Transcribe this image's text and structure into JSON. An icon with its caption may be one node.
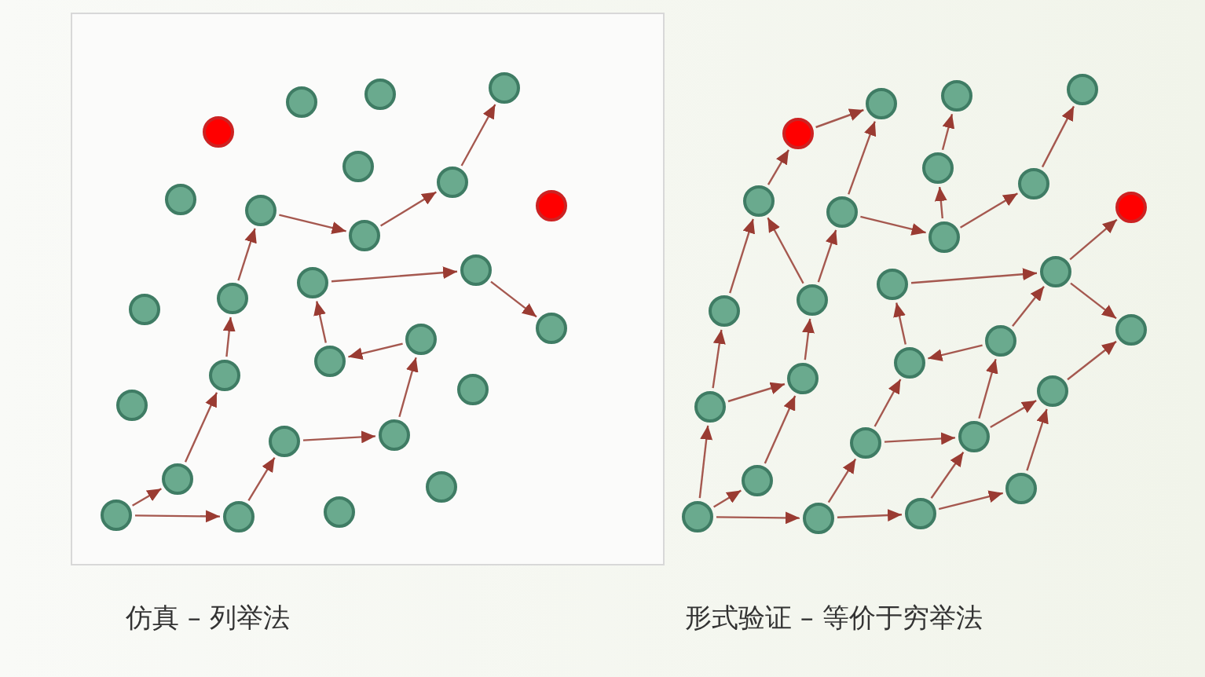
{
  "diagram": {
    "nodes": [
      {
        "text": [],
        "shape": "circle"
      },
      {
        "text": [],
        "shape": "circle"
      },
      {
        "text": [],
        "shape": "circle"
      },
      {
        "text": [],
        "shape": "circle"
      },
      {
        "text": [],
        "shape": "circle"
      },
      {
        "text": [],
        "shape": "circle"
      },
      {
        "text": [],
        "shape": "circle"
      },
      {
        "text": [],
        "shape": "circle"
      },
      {
        "text": [],
        "shape": "circle"
      },
      {
        "text": [],
        "shape": "circle"
      },
      {
        "text": [],
        "shape": "circle"
      },
      {
        "text": [],
        "shape": "circle"
      },
      {
        "text": [],
        "shape": "circle"
      },
      {
        "text": [],
        "shape": "circle"
      },
      {
        "text": [],
        "shape": "circle"
      },
      {
        "text": [],
        "shape": "circle"
      },
      {
        "text": [],
        "shape": "circle"
      },
      {
        "text": [],
        "shape": "circle"
      },
      {
        "text": [],
        "shape": "circle"
      },
      {
        "text": [],
        "shape": "circle"
      },
      {
        "text": [],
        "shape": "circle"
      },
      {
        "text": [],
        "shape": "circle"
      },
      {
        "text": [],
        "shape": "circle"
      },
      {
        "text": [],
        "shape": "circle"
      },
      {
        "text": [],
        "shape": "circle"
      },
      {
        "text": [],
        "shape": "circle"
      },
      {
        "text": [],
        "shape": "circle"
      },
      {
        "text": [],
        "shape": "circle"
      },
      {
        "text": [],
        "shape": "circle"
      },
      {
        "text": [],
        "shape": "circle"
      },
      {
        "text": [],
        "shape": "circle"
      },
      {
        "text": [],
        "shape": "circle"
      },
      {
        "text": [],
        "shape": "circle"
      },
      {
        "text": [],
        "shape": "circle"
      },
      {
        "text": [],
        "shape": "circle"
      },
      {
        "text": [],
        "shape": "circle"
      },
      {
        "text": [],
        "shape": "circle"
      },
      {
        "text": [],
        "shape": "circle"
      },
      {
        "text": [],
        "shape": "circle"
      },
      {
        "text": [],
        "shape": "circle"
      },
      {
        "text": [],
        "shape": "circle"
      },
      {
        "text": [],
        "shape": "circle"
      },
      {
        "text": [],
        "shape": "circle"
      },
      {
        "text": [],
        "shape": "circle"
      },
      {
        "text": [],
        "shape": "circle"
      },
      {
        "text": [],
        "shape": "circle"
      },
      {
        "text": [],
        "shape": "circle"
      },
      {
        "text": [],
        "shape": "circle"
      },
      {
        "text": [],
        "shape": "circle"
      },
      {
        "text": [],
        "shape": "circle"
      },
      {
        "text": [],
        "shape": "circle"
      },
      {
        "text": [],
        "shape": "circle"
      },
      {
        "text": [],
        "shape": "circle"
      },
      {
        "text": [],
        "shape": "circle"
      }
    ],
    "edges": [
      {
        "from": 23,
        "to": 22,
        "arrow": "to"
      },
      {
        "from": 23,
        "to": 24,
        "arrow": "to"
      },
      {
        "from": 22,
        "to": 18,
        "arrow": "to"
      },
      {
        "from": 18,
        "to": 11,
        "arrow": "to"
      },
      {
        "from": 11,
        "to": 6,
        "arrow": "to"
      },
      {
        "from": 6,
        "to": 9,
        "arrow": "to"
      },
      {
        "from": 9,
        "to": 7,
        "arrow": "to"
      },
      {
        "from": 7,
        "to": 3,
        "arrow": "to"
      },
      {
        "from": 24,
        "to": 20,
        "arrow": "to"
      },
      {
        "from": 20,
        "to": 21,
        "arrow": "to"
      },
      {
        "from": 21,
        "to": 16,
        "arrow": "to"
      },
      {
        "from": 16,
        "to": 15,
        "arrow": "to"
      },
      {
        "from": 15,
        "to": 12,
        "arrow": "to"
      },
      {
        "from": 12,
        "to": 13,
        "arrow": "to"
      },
      {
        "from": 13,
        "to": 14,
        "arrow": "to"
      },
      {
        "from": 50,
        "to": 44,
        "arrow": "to"
      },
      {
        "from": 50,
        "to": 49,
        "arrow": "to"
      },
      {
        "from": 50,
        "to": 51,
        "arrow": "to"
      },
      {
        "from": 44,
        "to": 37,
        "arrow": "to"
      },
      {
        "from": 44,
        "to": 45,
        "arrow": "to"
      },
      {
        "from": 49,
        "to": 45,
        "arrow": "to"
      },
      {
        "from": 37,
        "to": 31,
        "arrow": "to"
      },
      {
        "from": 45,
        "to": 38,
        "arrow": "to"
      },
      {
        "from": 38,
        "to": 31,
        "arrow": "to"
      },
      {
        "from": 38,
        "to": 33,
        "arrow": "to"
      },
      {
        "from": 31,
        "to": 27,
        "arrow": "to"
      },
      {
        "from": 27,
        "to": 28,
        "arrow": "to"
      },
      {
        "from": 33,
        "to": 28,
        "arrow": "to"
      },
      {
        "from": 33,
        "to": 36,
        "arrow": "to"
      },
      {
        "from": 36,
        "to": 32,
        "arrow": "to"
      },
      {
        "from": 32,
        "to": 29,
        "arrow": "to"
      },
      {
        "from": 36,
        "to": 34,
        "arrow": "to"
      },
      {
        "from": 34,
        "to": 30,
        "arrow": "to"
      },
      {
        "from": 39,
        "to": 40,
        "arrow": "to"
      },
      {
        "from": 40,
        "to": 35,
        "arrow": "to"
      },
      {
        "from": 40,
        "to": 41,
        "arrow": "to"
      },
      {
        "from": 42,
        "to": 39,
        "arrow": "to"
      },
      {
        "from": 43,
        "to": 42,
        "arrow": "to"
      },
      {
        "from": 43,
        "to": 40,
        "arrow": "to"
      },
      {
        "from": 47,
        "to": 42,
        "arrow": "to"
      },
      {
        "from": 47,
        "to": 48,
        "arrow": "to"
      },
      {
        "from": 48,
        "to": 43,
        "arrow": "to"
      },
      {
        "from": 48,
        "to": 46,
        "arrow": "to"
      },
      {
        "from": 51,
        "to": 52,
        "arrow": "to"
      },
      {
        "from": 51,
        "to": 47,
        "arrow": "to"
      },
      {
        "from": 52,
        "to": 48,
        "arrow": "to"
      },
      {
        "from": 52,
        "to": 53,
        "arrow": "to"
      },
      {
        "from": 53,
        "to": 46,
        "arrow": "to"
      },
      {
        "from": 46,
        "to": 41,
        "arrow": "to"
      }
    ],
    "labels": [
      "仿真 – 列举法",
      "形式验证 – 等价于穷举法"
    ]
  }
}
